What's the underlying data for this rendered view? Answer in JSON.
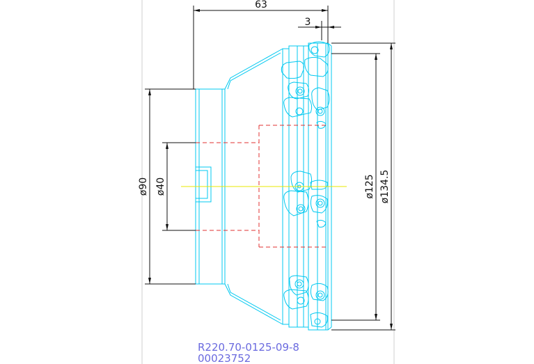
{
  "drawing": {
    "dimensions": {
      "length_total": "63",
      "offset": "3",
      "diameter_90": "ø90",
      "diameter_40": "ø40",
      "diameter_125": "ø125",
      "diameter_134_5": "ø134.5"
    },
    "part_number": "R220.70-0125-09-8",
    "item_code": "00023752",
    "colors": {
      "outline": "#00c8f0",
      "dimension": "#111111",
      "hidden_line": "#e03030",
      "center_line": "#e8e800",
      "label": "#6a6adf",
      "frame": "#cfcfcf"
    }
  }
}
